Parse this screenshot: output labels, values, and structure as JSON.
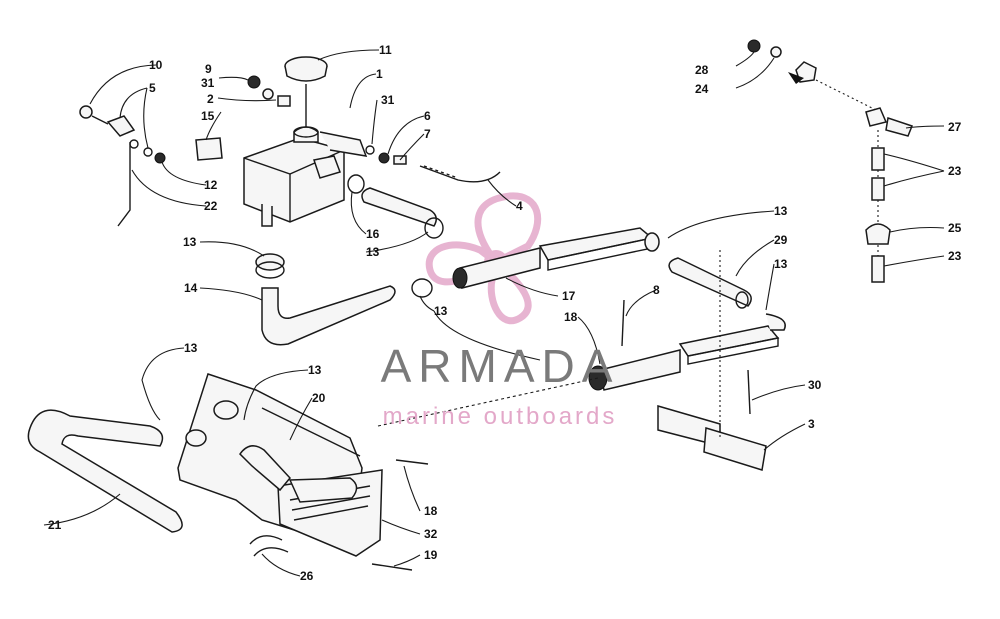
{
  "watermark": {
    "brand": "ARMADA",
    "tagline": "marine outboards",
    "colors": {
      "brand_text": "#7a7a7a",
      "logo_pink": "#e3a8c9"
    }
  },
  "callouts": [
    {
      "id": "c1",
      "label": "1"
    },
    {
      "id": "c2",
      "label": "2"
    },
    {
      "id": "c3",
      "label": "3"
    },
    {
      "id": "c4",
      "label": "4"
    },
    {
      "id": "c5",
      "label": "5"
    },
    {
      "id": "c6",
      "label": "6"
    },
    {
      "id": "c7",
      "label": "7"
    },
    {
      "id": "c8",
      "label": "8"
    },
    {
      "id": "c9",
      "label": "9"
    },
    {
      "id": "c10",
      "label": "10"
    },
    {
      "id": "c11",
      "label": "11"
    },
    {
      "id": "c12",
      "label": "12"
    },
    {
      "id": "c13a",
      "label": "13"
    },
    {
      "id": "c13b",
      "label": "13"
    },
    {
      "id": "c13c",
      "label": "13"
    },
    {
      "id": "c13d",
      "label": "13"
    },
    {
      "id": "c13e",
      "label": "13"
    },
    {
      "id": "c13f",
      "label": "13"
    },
    {
      "id": "c13g",
      "label": "13"
    },
    {
      "id": "c14",
      "label": "14"
    },
    {
      "id": "c15",
      "label": "15"
    },
    {
      "id": "c16",
      "label": "16"
    },
    {
      "id": "c17",
      "label": "17"
    },
    {
      "id": "c18a",
      "label": "18"
    },
    {
      "id": "c18b",
      "label": "18"
    },
    {
      "id": "c19",
      "label": "19"
    },
    {
      "id": "c20",
      "label": "20"
    },
    {
      "id": "c21",
      "label": "21"
    },
    {
      "id": "c22",
      "label": "22"
    },
    {
      "id": "c23a",
      "label": "23"
    },
    {
      "id": "c23b",
      "label": "23"
    },
    {
      "id": "c24",
      "label": "24"
    },
    {
      "id": "c25",
      "label": "25"
    },
    {
      "id": "c26",
      "label": "26"
    },
    {
      "id": "c27",
      "label": "27"
    },
    {
      "id": "c28",
      "label": "28"
    },
    {
      "id": "c29",
      "label": "29"
    },
    {
      "id": "c30",
      "label": "30"
    },
    {
      "id": "c31a",
      "label": "31"
    },
    {
      "id": "c31b",
      "label": "31"
    },
    {
      "id": "c32",
      "label": "32"
    }
  ]
}
